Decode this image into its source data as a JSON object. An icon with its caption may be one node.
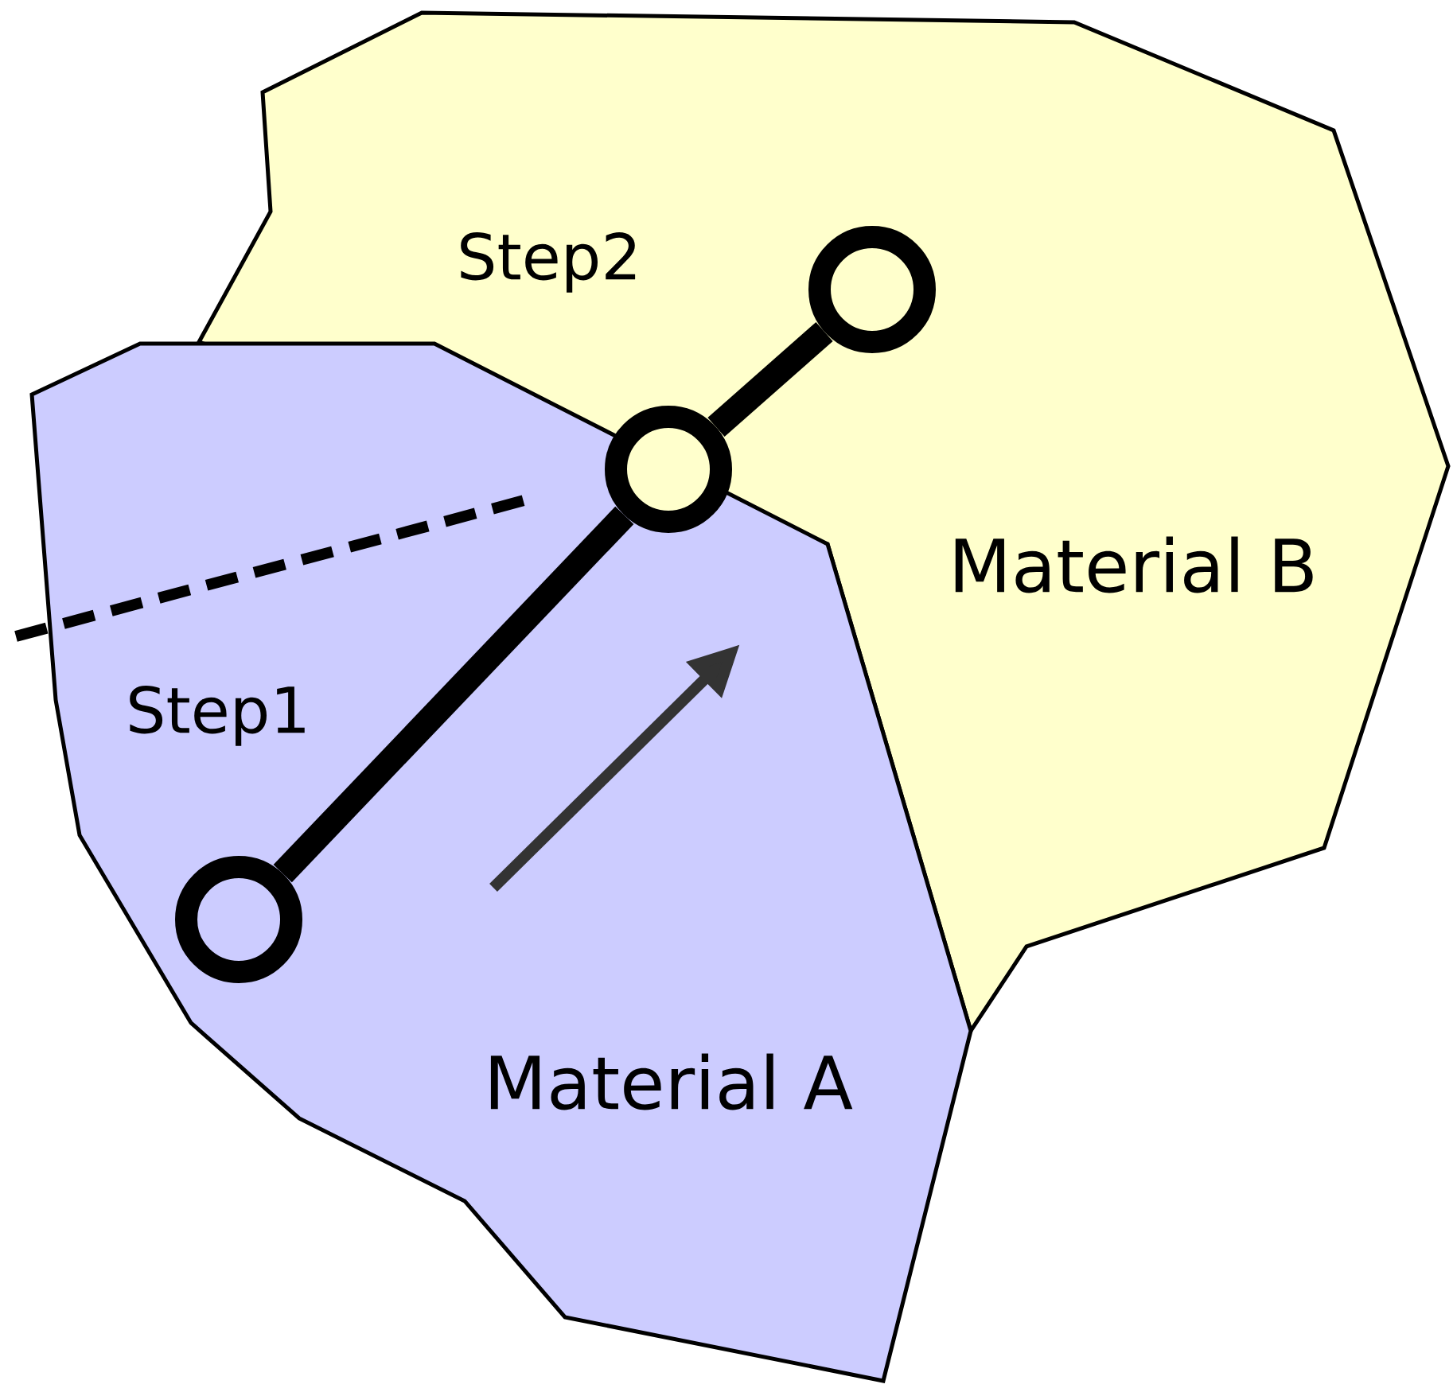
{
  "diagram": {
    "nodes": [
      {
        "text": [
          "Material B"
        ]
      },
      {
        "text": [
          "Material A"
        ]
      },
      {
        "text": [],
        "shape": "circle",
        "in": 0
      },
      {
        "text": [],
        "shape": "circle"
      },
      {
        "text": [],
        "shape": "circle",
        "in": 1
      }
    ],
    "edges": [
      {
        "from": 4,
        "to": 3,
        "arrow": "none"
      },
      {
        "from": 3,
        "to": 2,
        "arrow": "none"
      }
    ],
    "labels": [
      "Step2",
      "Step1"
    ]
  }
}
